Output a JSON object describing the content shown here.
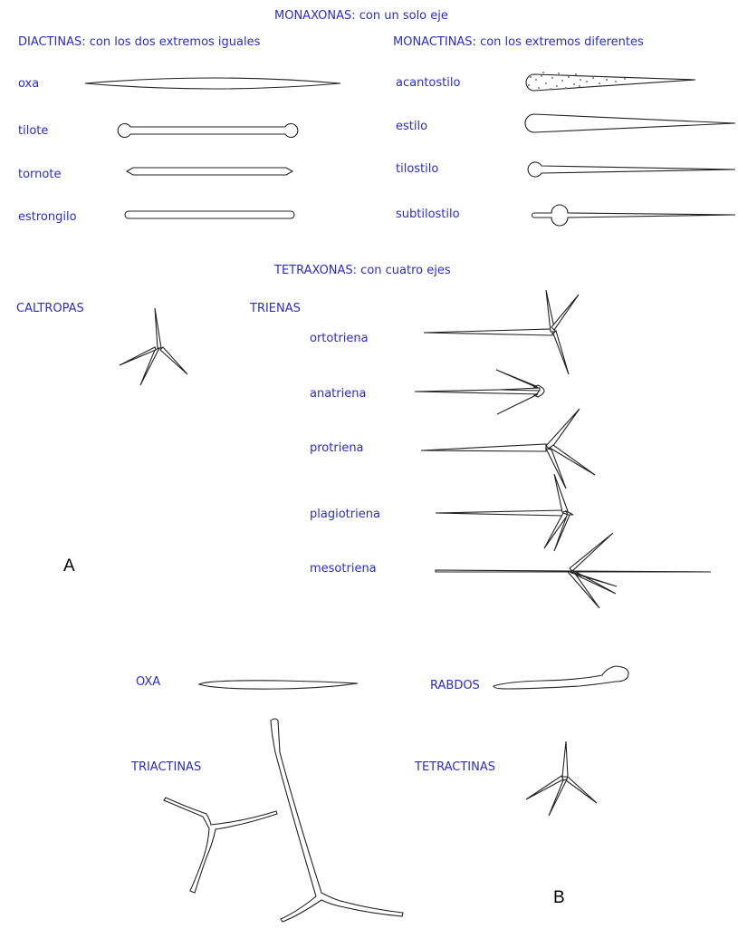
{
  "section_a": {
    "title": "MONAXONAS: con un solo eje",
    "diactinas_heading": "DIACTINAS: con los dos extremos iguales",
    "monactinas_heading": "MONACTINAS: con los extremos diferentes",
    "diactinas": [
      "oxa",
      "tilote",
      "tornote",
      "estrongilo"
    ],
    "monactinas": [
      "acantostilo",
      "estilo",
      "tilostilo",
      "subtilostilo"
    ],
    "tetraxonas_title": "TETRAXONAS: con cuatro ejes",
    "caltropas_label": "CALTROPAS",
    "trienas_label": "TRIENAS",
    "trienas": [
      "ortotriena",
      "anatriena",
      "protriena",
      "plagiotriena",
      "mesotriena"
    ],
    "panel_letter": "A"
  },
  "section_b": {
    "oxa_label": "OXA",
    "rabdos_label": "RABDOS",
    "triactinas_label": "TRIACTINAS",
    "tetractinas_label": "TETRACTINAS",
    "panel_letter": "B"
  },
  "colors": {
    "label_blue": "#2b2bd6",
    "outline": "#222222"
  }
}
